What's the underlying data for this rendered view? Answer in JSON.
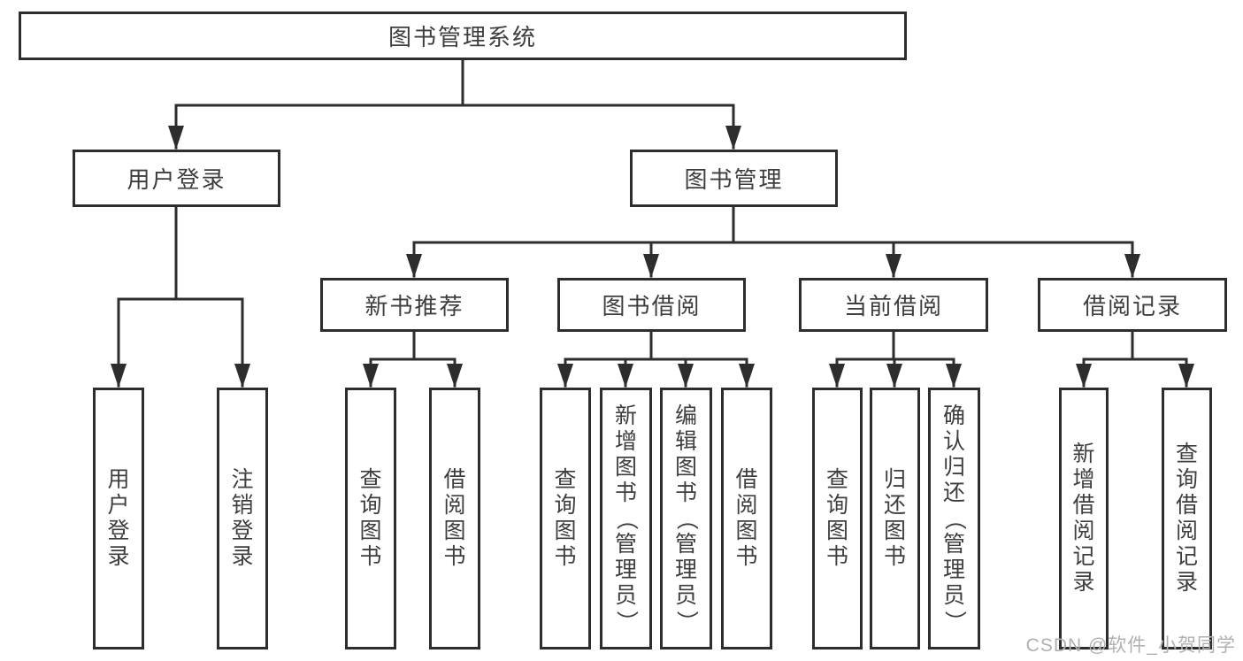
{
  "tree": {
    "root": {
      "label": "图书管理系统",
      "children": [
        {
          "label": "用户登录",
          "children": [
            {
              "label": "用户登录"
            },
            {
              "label": "注销登录"
            }
          ]
        },
        {
          "label": "图书管理",
          "children": [
            {
              "label": "新书推荐",
              "children": [
                {
                  "label": "查询图书"
                },
                {
                  "label": "借阅图书"
                }
              ]
            },
            {
              "label": "图书借阅",
              "children": [
                {
                  "label": "查询图书"
                },
                {
                  "label": "新增图书（管理员）"
                },
                {
                  "label": "编辑图书（管理员）"
                },
                {
                  "label": "借阅图书"
                }
              ]
            },
            {
              "label": "当前借阅",
              "children": [
                {
                  "label": "查询图书"
                },
                {
                  "label": "归还图书"
                },
                {
                  "label": "确认归还（管理员）"
                }
              ]
            },
            {
              "label": "借阅记录",
              "children": [
                {
                  "label": "新增借阅记录"
                },
                {
                  "label": "查询借阅记录"
                }
              ]
            }
          ]
        }
      ]
    }
  },
  "watermark": {
    "text": "CSDN @软件_小贺同学"
  },
  "colors": {
    "line": "#2d2d2d",
    "text": "#3e3e3e",
    "watermark": "#b0b0b0",
    "background": "#ffffff"
  }
}
